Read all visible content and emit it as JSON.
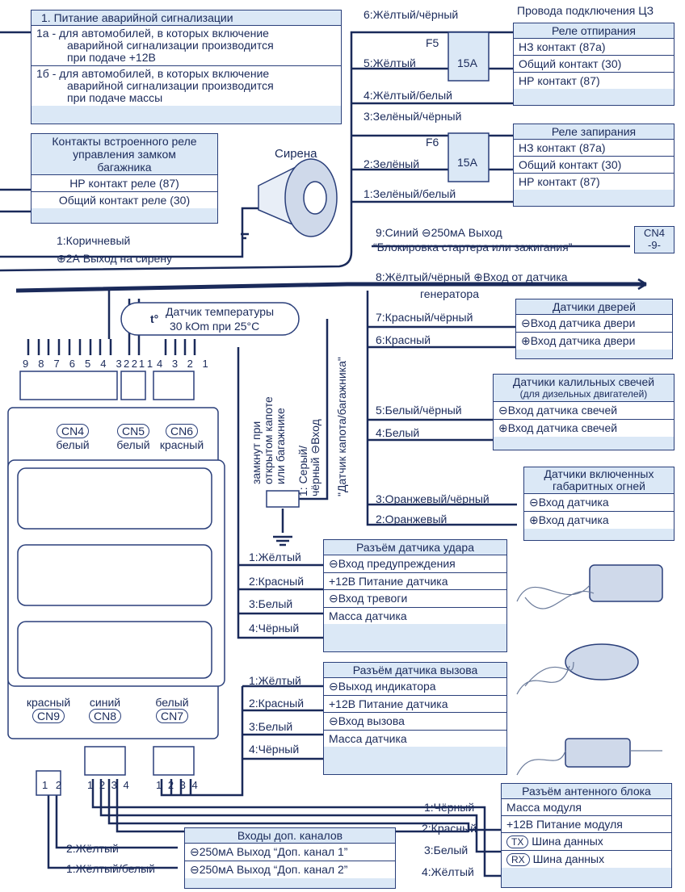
{
  "alarm_power": {
    "title": "1. Питание аварийной сигнализации",
    "item_a": [
      "1а - для автомобилей, в которых включение",
      "аварийной сигнализации производится",
      "при подаче +12В"
    ],
    "item_b": [
      "1б - для автомобилей, в которых включение",
      "аварийной сигнализации производится",
      "при подаче массы"
    ]
  },
  "trunk_relay": {
    "title": [
      "Контакты встроенного реле",
      "управления замком",
      "багажника"
    ],
    "rows": [
      "НР контакт реле (87)",
      "Общий контакт реле (30)"
    ]
  },
  "siren": {
    "title": "Сирена",
    "wire1": "1:Коричневый",
    "wire1_desc": "⊕2А Выход на сирену"
  },
  "cz_header": "Провода подключения ЦЗ",
  "unlock_relay": {
    "title": "Реле  отпирания",
    "rows": [
      "НЗ контакт (87а)",
      "Общий контакт (30)",
      "НР контакт (87)"
    ],
    "wires": [
      "6:Жёлтый/чёрный",
      "5:Жёлтый",
      "4:Жёлтый/белый"
    ],
    "fuse_label": "F5",
    "fuse_value": "15A"
  },
  "lock_relay": {
    "title": "Реле запирания",
    "rows": [
      "НЗ контакт (87а)",
      "Общий контакт (30)",
      "НР контакт (87)"
    ],
    "wires": [
      "3:Зелёный/чёрный",
      "2:Зелёный",
      "1:Зелёный/белый"
    ],
    "fuse_label": "F6",
    "fuse_value": "15A"
  },
  "starter_block": {
    "wire": "9:Синий ⊖250мА Выход",
    "desc": "“Блокировка стартера или зажигания”",
    "tag_line1": "CN4",
    "tag_line2": "-9-"
  },
  "generator": {
    "line1": "8:Жёлтый/чёрный ⊕Вход от датчика",
    "line2": "генератора"
  },
  "temp_sensor": {
    "symbol": "t°",
    "line1": "Датчик температуры",
    "line2": "30 kOm при 25°C"
  },
  "door_sensors": {
    "title": "Датчики дверей",
    "rows": [
      "⊖Вход датчика двери",
      "⊕Вход датчика двери"
    ],
    "wires": [
      "7:Красный/чёрный",
      "6:Красный"
    ]
  },
  "glow_sensors": {
    "title": "Датчики калильных свечей",
    "subtitle": "(для дизельных двигателей)",
    "rows": [
      "⊖Вход датчика свечей",
      "⊕Вход датчика свечей"
    ],
    "wires": [
      "5:Белый/чёрный",
      "4:Белый"
    ]
  },
  "parking_lights": {
    "title": [
      "Датчики включенных",
      "габаритных огней"
    ],
    "rows": [
      "⊖Вход датчика",
      "⊕Вход датчика"
    ],
    "wires": [
      "3:Оранжевый/чёрный",
      "2:Оранжевый"
    ]
  },
  "hood_sensor": {
    "text1": [
      "замкнут при",
      "открытом капоте",
      "или багажнике"
    ],
    "text2": [
      "1: Серый/",
      "чёрный ⊖Вход"
    ],
    "text3": "\"Датчик капота/багажника\""
  },
  "connectors_top": {
    "cn4": {
      "name": "CN4",
      "color": "белый",
      "pins": [
        "9",
        "8",
        "7",
        "6",
        "5",
        "4",
        "3",
        "2",
        "1"
      ]
    },
    "cn5": {
      "name": "CN5",
      "color": "белый",
      "pins": [
        "2",
        "1"
      ]
    },
    "cn6": {
      "name": "CN6",
      "color": "красный",
      "pins": [
        "4",
        "3",
        "2",
        "1"
      ]
    }
  },
  "shock_sensor": {
    "title": "Разъём датчика удара",
    "rows": [
      "⊖Вход предупреждения",
      "+12В Питание датчика",
      "⊖Вход тревоги",
      "Масса датчика"
    ],
    "wires": [
      "1:Жёлтый",
      "2:Красный",
      "3:Белый",
      "4:Чёрный"
    ]
  },
  "call_sensor": {
    "title": "Разъём датчика вызова",
    "rows": [
      "⊖Выход индикатора",
      "+12В Питание датчика",
      "⊖Вход вызова",
      "Масса датчика"
    ],
    "wires": [
      "1:Жёлтый",
      "2:Красный",
      "3:Белый",
      "4:Чёрный"
    ]
  },
  "connectors_bottom": {
    "cn9": {
      "name": "CN9",
      "color": "красный",
      "pins": [
        "1",
        "2"
      ]
    },
    "cn8": {
      "name": "CN8",
      "color": "синий",
      "pins": [
        "1",
        "2",
        "3",
        "4"
      ]
    },
    "cn7": {
      "name": "CN7",
      "color": "белый",
      "pins": [
        "1",
        "2",
        "3",
        "4"
      ]
    }
  },
  "antenna": {
    "title": "Разъём антенного блока",
    "rows": [
      "Масса модуля",
      "+12В Питание модуля",
      "Шина данных",
      "Шина данных"
    ],
    "row_tags": [
      "",
      "",
      "TX",
      "RX"
    ],
    "wires": [
      "1:Чёрный",
      "2:Красный",
      "3:Белый",
      "4:Жёлтый"
    ]
  },
  "extra_channels": {
    "title": "Входы  доп. каналов",
    "rows": [
      "⊖250мА Выход “Доп. канал 1”",
      "⊖250мА Выход “Доп. канал 2”"
    ],
    "wires": [
      "2:Жёлтый",
      "1:Жёлтый/белый"
    ]
  },
  "colors": {
    "box_fill": "#dbe8f6",
    "line": "#1a2a5a"
  }
}
